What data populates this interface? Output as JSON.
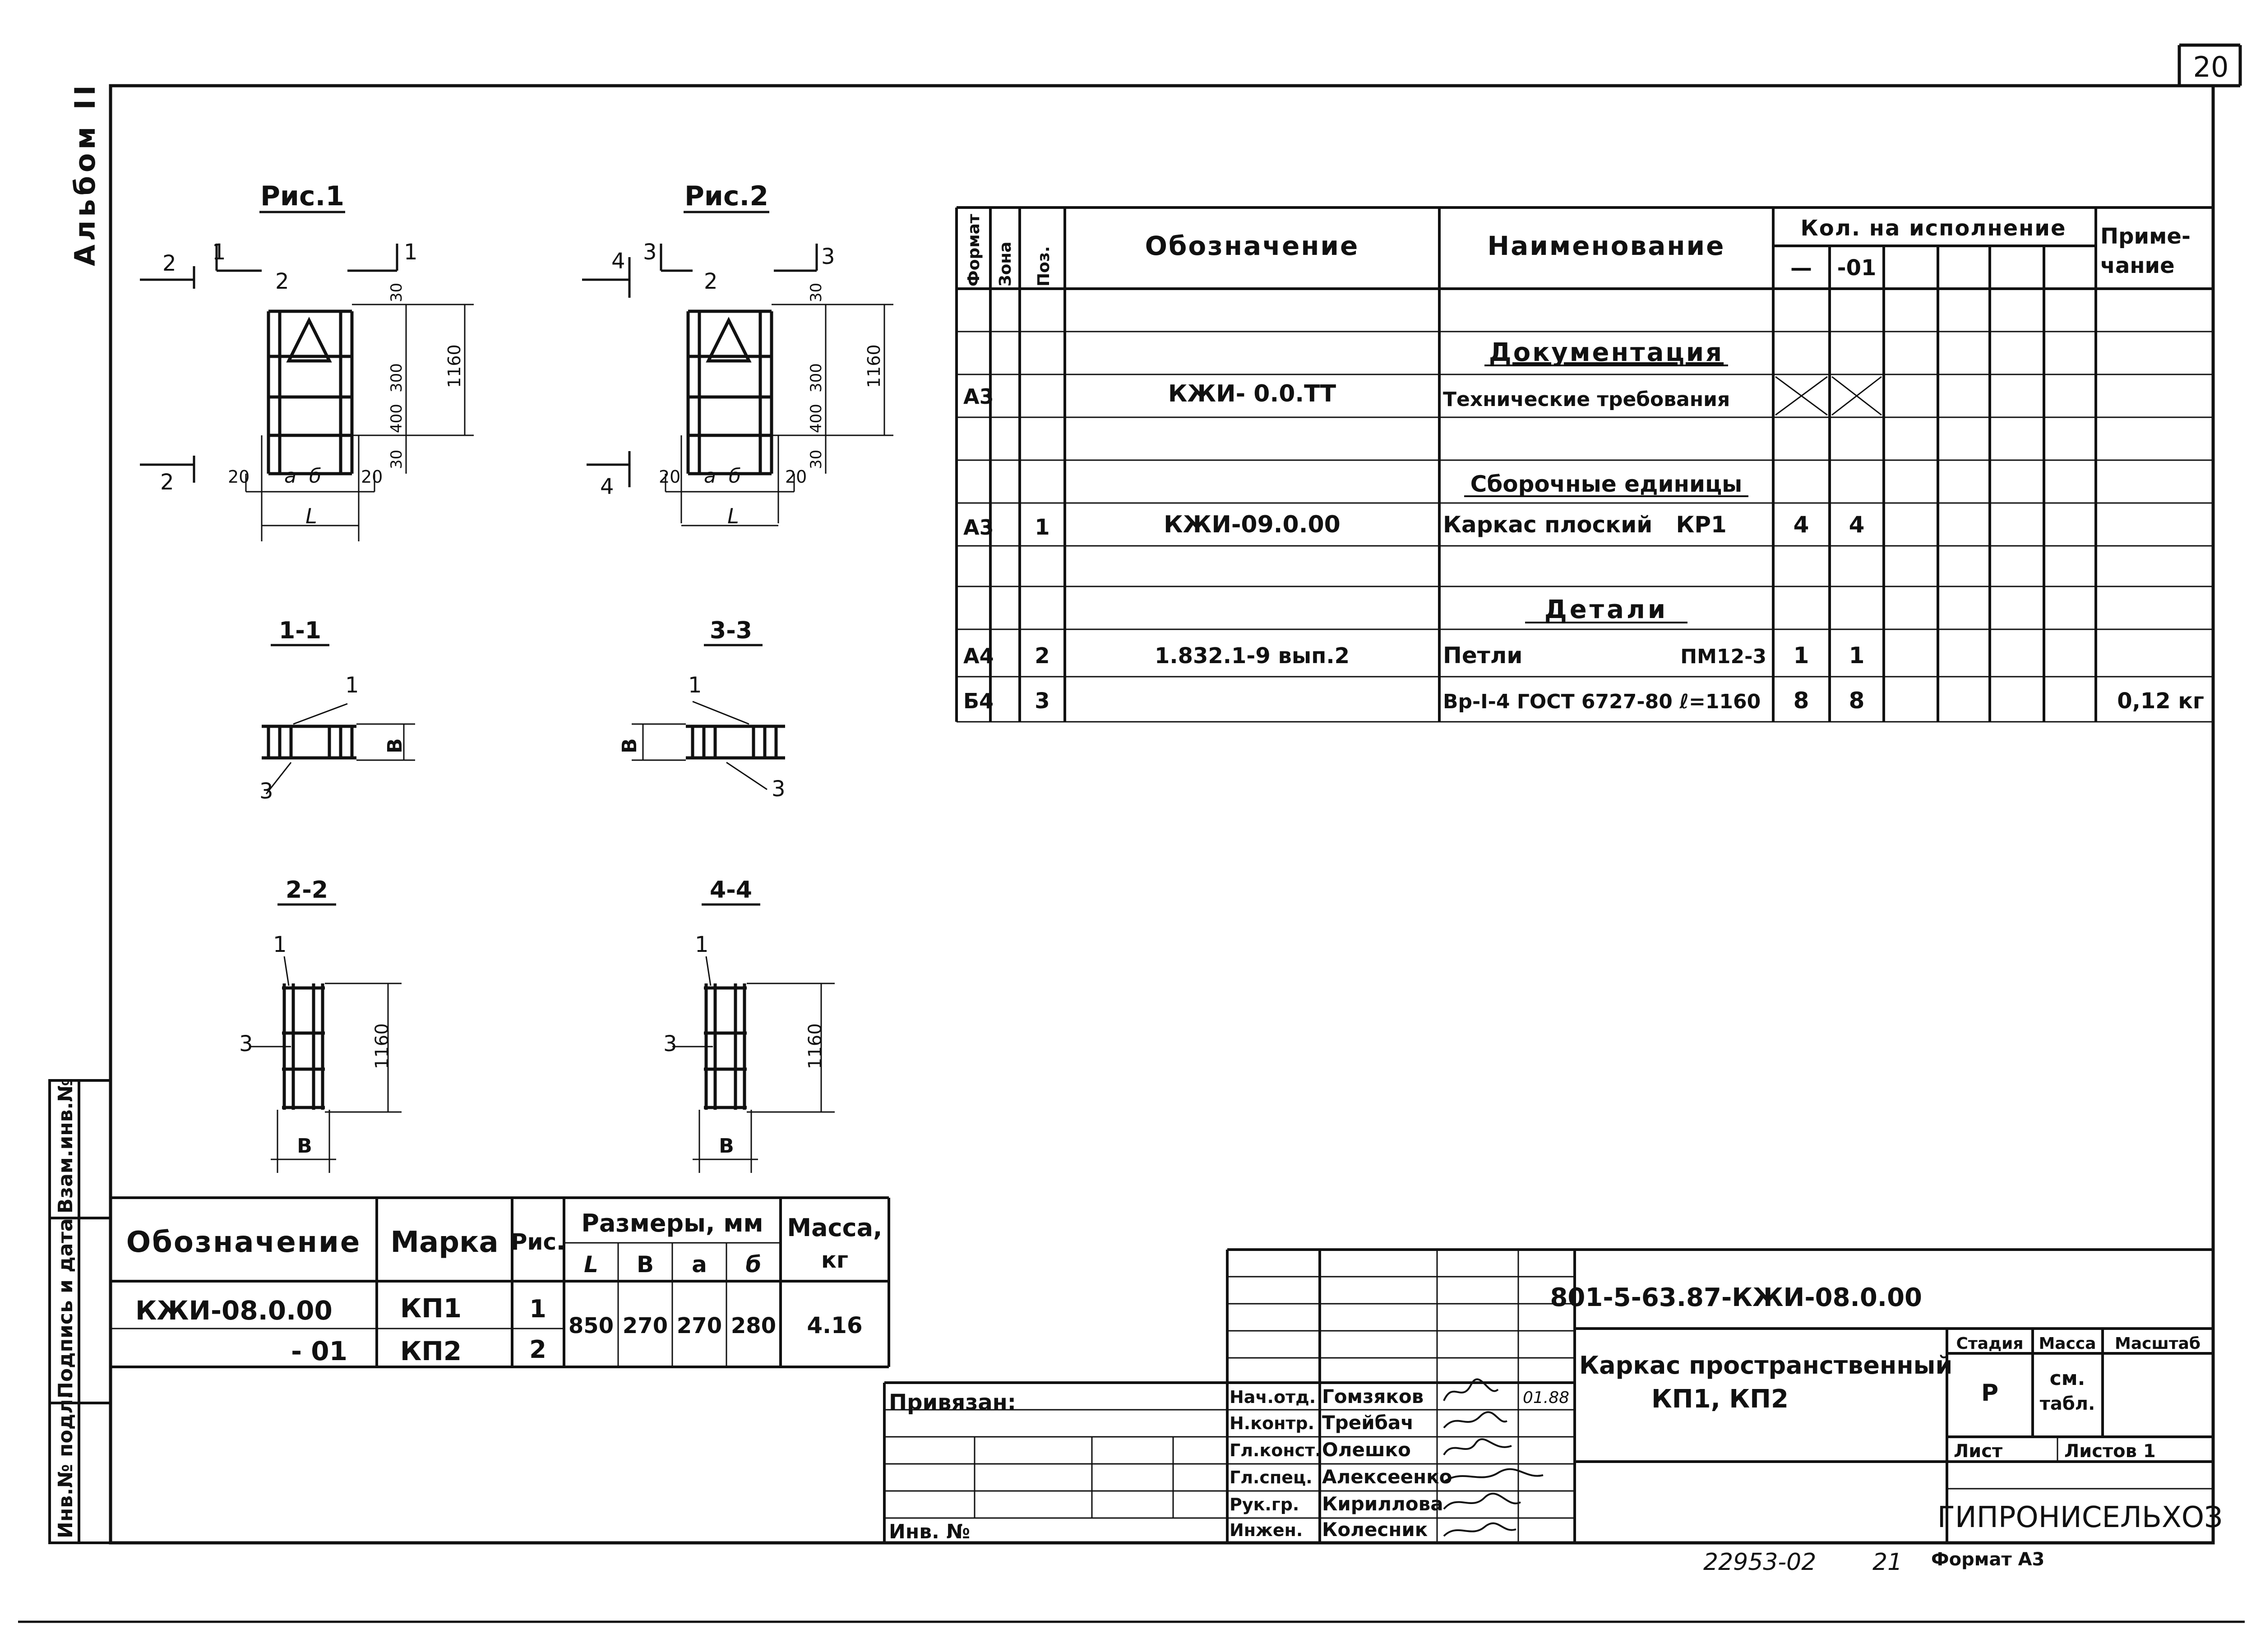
{
  "page_number": "20",
  "album_label": "Альбом II",
  "side_stamp": {
    "vzam": "Взам.инв.№",
    "podpis": "Подпись и дата",
    "inv": "Инв.№ подл."
  },
  "figures": {
    "fig1_title": "Рис.1",
    "fig2_title": "Рис.2",
    "sec_1_1": "1-1",
    "sec_3_3": "3-3",
    "sec_2_2": "2-2",
    "sec_4_4": "4-4",
    "dim_30": "30",
    "dim_300": "300",
    "dim_400": "400",
    "dim_1160": "1160",
    "dim_20": "20",
    "label_a": "a",
    "label_b": "б",
    "label_L": "L",
    "label_B": "В",
    "n1": "1",
    "n2": "2",
    "n3": "3",
    "n4": "4"
  },
  "spec": {
    "headers": {
      "format": "Формат",
      "zone": "Зона",
      "pos": "Поз.",
      "designation": "Обозначение",
      "name": "Наименование",
      "qty": "Кол. на исполнение",
      "qty_dash": "—",
      "qty_01": "-01",
      "note": "Приме-\nчание",
      "note_l1": "Приме-",
      "note_l2": "чание"
    },
    "sections": {
      "documentation": "Документация",
      "assemblies": "Сборочные единицы",
      "details": "Детали"
    },
    "rows": {
      "tt": {
        "format": "А3",
        "designation": "КЖИ- 0.0.ТТ",
        "name": "Технические требования"
      },
      "kr1": {
        "format": "А3",
        "pos": "1",
        "designation": "КЖИ-09.0.00",
        "name": "Каркас плоский   КР1",
        "q1": "4",
        "q2": "4"
      },
      "petli": {
        "format": "А4",
        "pos": "2",
        "designation": "1.832.1-9 вып.2",
        "name": "Петли",
        "mark": "ПМ12-3",
        "q1": "1",
        "q2": "1"
      },
      "rod": {
        "format": "Б4",
        "pos": "3",
        "name": "Вр-I-4 ГОСТ 6727-80 ℓ=1160",
        "q1": "8",
        "q2": "8",
        "note": "0,12 кг"
      }
    }
  },
  "sizes_table": {
    "h_designation": "Обозначение",
    "h_mark": "Марка",
    "h_fig": "Рис.",
    "h_sizes": "Размеры, мм",
    "h_L": "L",
    "h_B": "В",
    "h_a": "а",
    "h_b": "б",
    "h_mass": "Масса,",
    "h_mass_unit": "кг",
    "row1": {
      "designation": "КЖИ-08.0.00",
      "mark": "КП1",
      "fig": "1"
    },
    "row2": {
      "designation": "- 01",
      "mark": "КП2",
      "fig": "2"
    },
    "values": {
      "L": "850",
      "B": "270",
      "a": "270",
      "b": "280",
      "mass": "4.16"
    }
  },
  "title_block": {
    "privyazan": "Привязан:",
    "inv_no": "Инв. №",
    "code": "801-5-63.87-КЖИ-08.0.00",
    "title_l1": "Каркас пространственный",
    "title_l2": "КП1, КП2",
    "stage_h": "Стадия",
    "mass_h": "Масса",
    "scale_h": "Масштаб",
    "stage": "Р",
    "mass_l1": "см.",
    "mass_l2": "табл.",
    "sheet_h": "Лист",
    "sheets_h": "Листов 1",
    "org": "ГИПРОНИСЕЛЬХОЗ",
    "date": "01.88",
    "people": [
      {
        "role": "Нач.отд.",
        "name": "Гомзяков"
      },
      {
        "role": "Н.контр.",
        "name": "Трейбач"
      },
      {
        "role": "Гл.конст.",
        "name": "Олешко"
      },
      {
        "role": "Гл.спец.",
        "name": "Алексеенко"
      },
      {
        "role": "Рук.гр.",
        "name": "Кириллова"
      },
      {
        "role": "Инжен.",
        "name": "Колесник"
      }
    ]
  },
  "footer": {
    "archive_no": "22953-02",
    "archive_sheet": "21",
    "format": "Формат А3"
  }
}
